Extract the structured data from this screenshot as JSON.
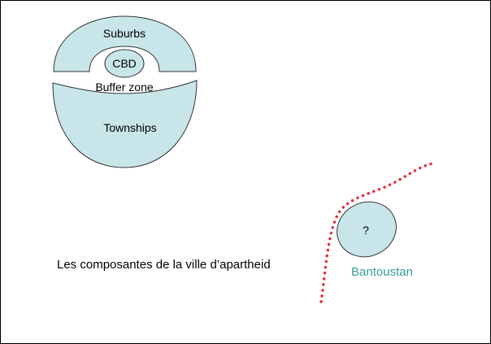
{
  "diagram": {
    "zones": {
      "suburbs": "Suburbs",
      "cbd": "CBD",
      "buffer_zone": "Buffer zone",
      "townships": "Townships"
    },
    "bantoustan": {
      "marker": "?",
      "label": "Bantoustan"
    },
    "caption": "Les composantes de la ville d’apartheid"
  },
  "colors": {
    "zone_fill": "#c8e6ea",
    "bantoustan_label": "#3a9a9a",
    "border_line": "#e0303f"
  }
}
